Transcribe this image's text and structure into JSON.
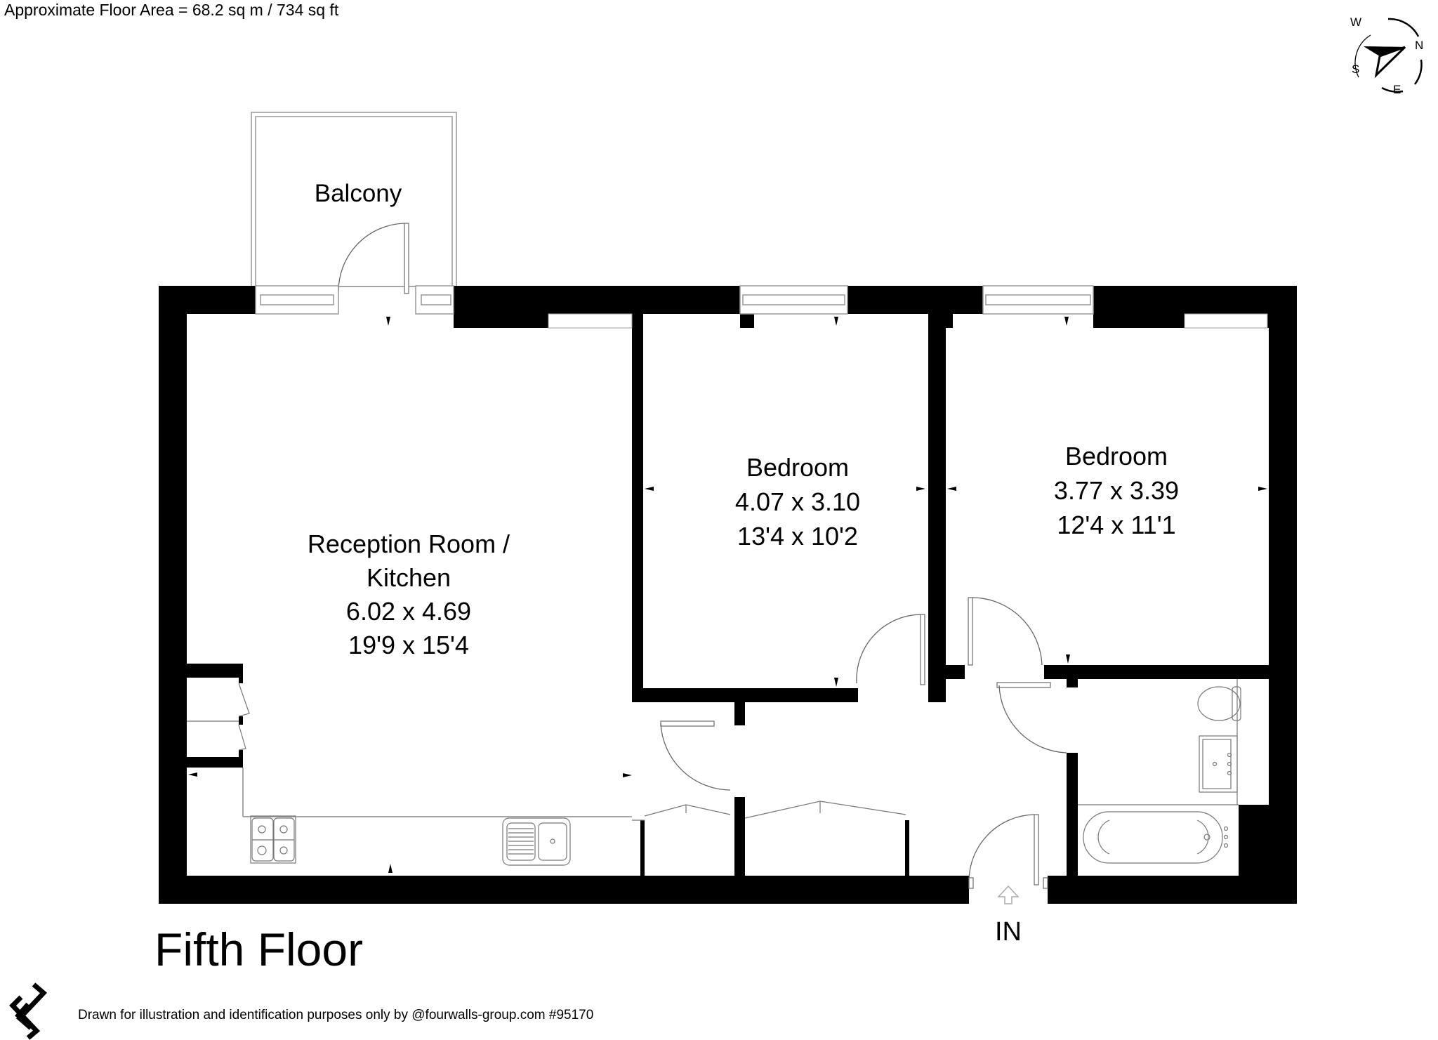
{
  "header": {
    "floor_area": "Approximate Floor Area = 68.2 sq m / 734 sq ft"
  },
  "compass": {
    "labels": {
      "north": "N",
      "south": "S",
      "east": "E",
      "west": "W"
    },
    "icon": "compass-arrow-icon"
  },
  "rooms": {
    "balcony": {
      "name": "Balcony"
    },
    "reception": {
      "name_line1": "Reception Room /",
      "name_line2": "Kitchen",
      "metric": "6.02 x 4.69",
      "imperial": "19'9 x 15'4"
    },
    "bedroom1": {
      "name": "Bedroom",
      "metric": "4.07 x 3.10",
      "imperial": "13'4 x 10'2"
    },
    "bedroom2": {
      "name": "Bedroom",
      "metric": "3.77 x 3.39",
      "imperial": "12'4 x 11'1"
    }
  },
  "entrance": {
    "label": "IN",
    "icon": "entrance-arrow-icon"
  },
  "floor_label": "Fifth Floor",
  "footer": {
    "logo_icon": "fourwalls-logo-icon",
    "disclaimer": "Drawn for illustration and identification purposes only by @fourwalls-group.com #95170"
  }
}
